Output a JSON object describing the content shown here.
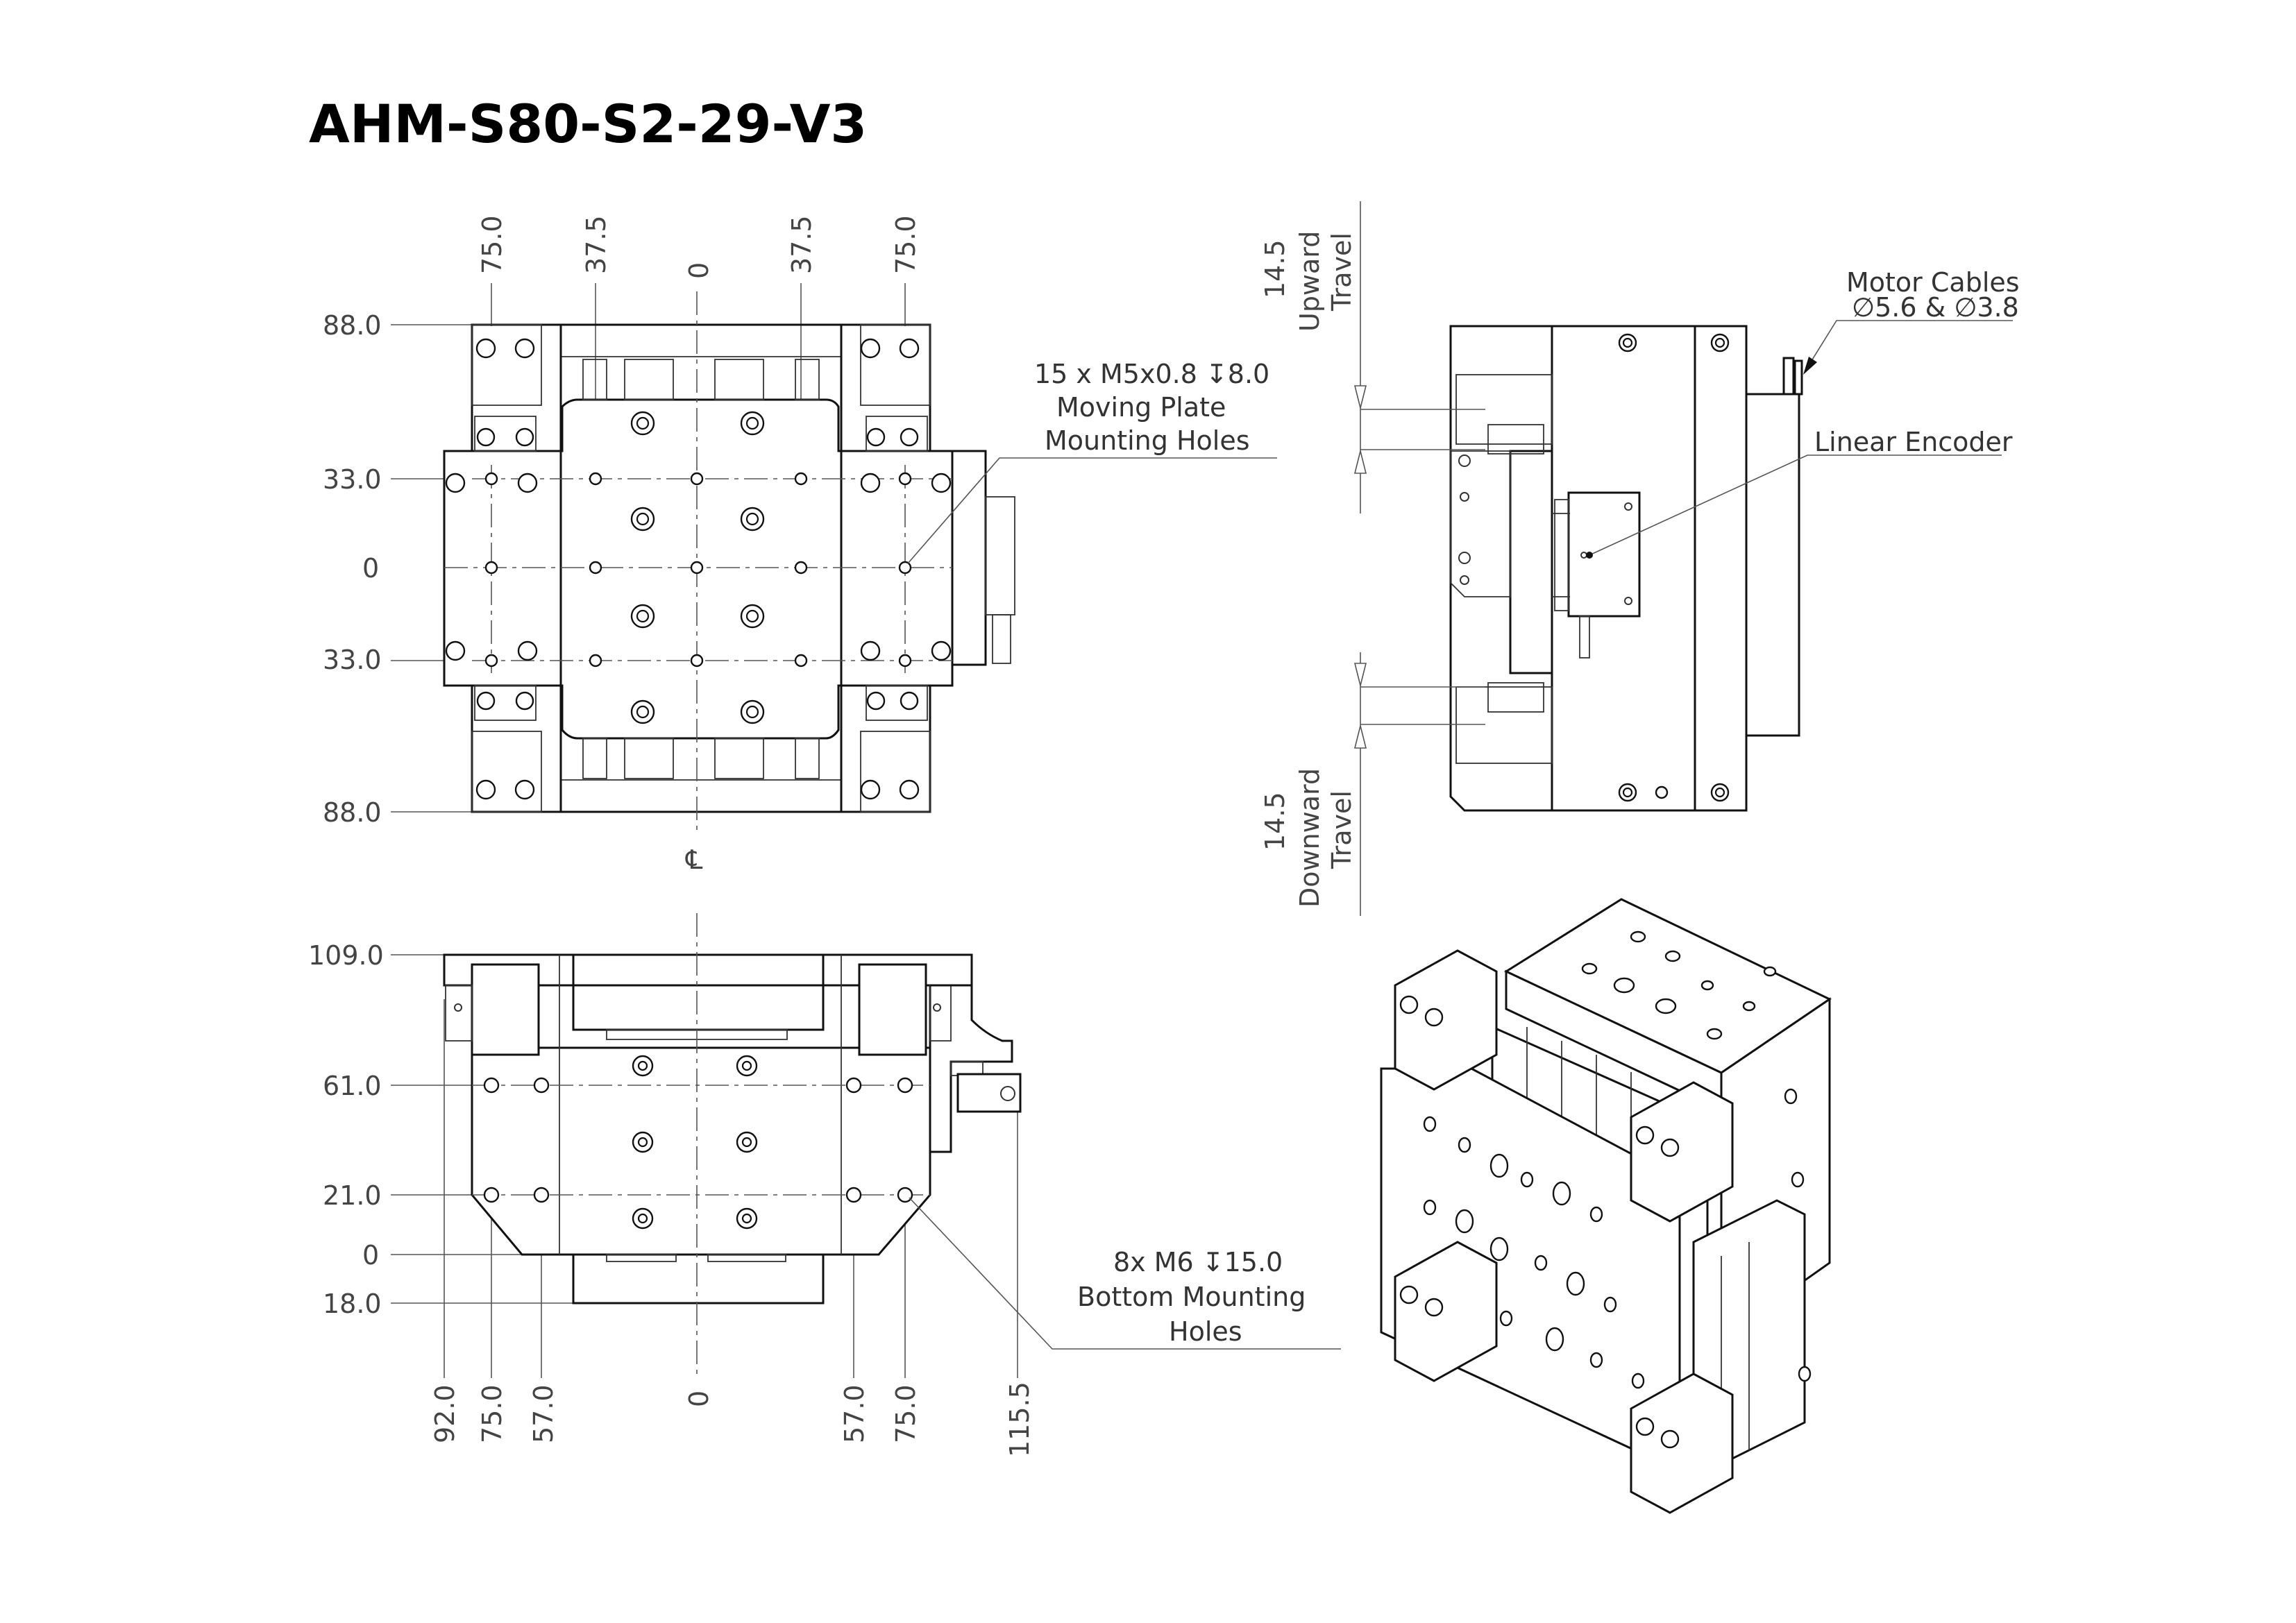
{
  "title": "AHM-S80-S2-29-V3",
  "top_view": {
    "x_dims": [
      "75.0",
      "37.5",
      "0",
      "37.5",
      "75.0"
    ],
    "y_dims": [
      "88.0",
      "33.0",
      "0",
      "33.0",
      "88.0"
    ],
    "centerline_symbol": "℄",
    "callout": [
      "15 x M5x0.8 ↧8.0",
      "Moving Plate",
      "Mounting Holes"
    ]
  },
  "side_view": {
    "upward_travel": [
      "14.5",
      "Upward",
      "Travel"
    ],
    "downward_travel": [
      "14.5",
      "Downward",
      "Travel"
    ],
    "motor_cables": [
      "Motor Cables",
      "∅5.6  &  ∅3.8"
    ],
    "linear_encoder": "Linear Encoder"
  },
  "front_view": {
    "y_dims": [
      "109.0",
      "61.0",
      "21.0",
      "0",
      "18.0"
    ],
    "x_dims": [
      "92.0",
      "75.0",
      "57.0",
      "0",
      "57.0",
      "75.0",
      "115.5"
    ],
    "callout": [
      "8x M6 ↧15.0",
      "Bottom Mounting",
      "Holes"
    ]
  }
}
